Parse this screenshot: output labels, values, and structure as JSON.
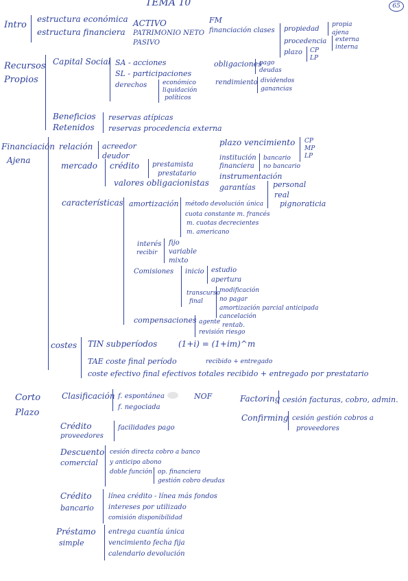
{
  "header": {
    "title": "TEMA 10",
    "page_number": "65"
  },
  "intro": {
    "heading": "Intro",
    "line1": "estructura económica",
    "line2": "estructura financiera",
    "activo": "ACTIVO",
    "pn": "PATRIMONIO NETO",
    "pasivo": "PASIVO",
    "fm": "FM",
    "fm_clases": "financiación clases",
    "propiedad": "propiedad",
    "propia": "propia",
    "ajena": "ajena",
    "procedencia": "procedencia",
    "externa": "externa",
    "interna": "interna",
    "plazo": "plazo",
    "cp": "CP",
    "lp": "LP"
  },
  "recursos": {
    "heading1": "Recursos",
    "heading2": "Propios",
    "capital": "Capital Social",
    "sa": "SA - acciones",
    "sl": "SL - participaciones",
    "derechos": "derechos",
    "economico": "económico",
    "liquidacion": "liquidación",
    "politicos": "políticos",
    "obligaciones": "obligaciones",
    "pago": "pago",
    "deudas": "deudas",
    "rendimiento": "rendimiento",
    "dividendos": "dividendos",
    "ganancias": "ganancias",
    "beneficios1": "Beneficios",
    "beneficios2": "Retenidos",
    "reservas1": "reservas atípicas",
    "reservas2": "reservas procedencia externa"
  },
  "ajena": {
    "heading1": "Financiación",
    "heading2": "Ajena",
    "relacion": "relación",
    "acreedor": "acreedor",
    "deudor": "deudor",
    "mercado": "mercado",
    "credito": "crédito",
    "prestamista": "prestamista",
    "prestatario": "prestatario",
    "valores": "valores obligacionistas",
    "plazo_venc": "plazo vencimiento",
    "cp": "CP",
    "mp": "MP",
    "lp": "LP",
    "institucion1": "institución",
    "institucion2": "financiera",
    "bancario": "bancario",
    "no_bancario": "no bancario",
    "instrumentacion": "instrumentación",
    "garantias": "garantías",
    "personal": "personal",
    "real": "real",
    "pignoraticia": "pignoraticia",
    "caracteristicas": "características",
    "amortizacion": "amortización",
    "m_unica": "método devolución única",
    "cuota_const": "cuota constante m. francés",
    "m_cuotas": "m. cuotas decrecientes",
    "m_americano": "m. americano",
    "interes1": "interés",
    "interes2": "recibir",
    "fijo": "fijo",
    "variable": "variable",
    "mixto": "mixto",
    "comisiones": "Comisiones",
    "inicio": "inicio",
    "estudio": "estudio",
    "apertura": "apertura",
    "transcurso1": "transcurso",
    "transcurso2": "final",
    "modificacion": "modificación",
    "no_pago": "no pagar",
    "amort_parcial": "amortización parcial anticipada",
    "cancelacion": "cancelación",
    "compensacion": "compensaciones",
    "agente": "agente",
    "rentab": "rentab.",
    "riesgo": "revisión riesgo",
    "costes": "costes",
    "tin": "TIN subperíodos",
    "formula": "(1+i) = (1+im)^m",
    "tae": "TAE coste final período",
    "tae_extra": "recibido + entregado",
    "coste_ef": "coste efectivo final efectivos totales recibido + entregado por prestatario"
  },
  "corto": {
    "heading1": "Corto",
    "heading2": "Plazo",
    "clasificacion": "Clasificación",
    "f_espontanea": "f. espontánea",
    "f_negociada": "f. negociada",
    "nof": "NOF",
    "factoring": "Factoring",
    "factoring_desc": "cesión facturas, cobro, admin.",
    "confirming": "Confirming",
    "confirming_desc1": "cesión gestión cobros a",
    "confirming_desc2": "proveedores",
    "cred_prov1": "Crédito",
    "cred_prov2": "proveedores",
    "facilidades": "facilidades pago",
    "desc1": "Descuento",
    "desc2": "comercial",
    "desc_a": "cesión directa cobro a banco",
    "desc_b": "y anticipo abono",
    "desc_c": "doble función",
    "desc_d": "op. financiera",
    "desc_e": "gestión cobro deudas",
    "cb1": "Crédito",
    "cb2": "bancario",
    "cb_a": "línea crédito - línea más fondos",
    "cb_b": "intereses por utilizado",
    "cb_c": "comisión disponibilidad",
    "ps1": "Préstamo",
    "ps2": "simple",
    "ps_a": "entrega cuantía única",
    "ps_b": "vencimiento fecha fija",
    "ps_c": "calendario devolución"
  }
}
